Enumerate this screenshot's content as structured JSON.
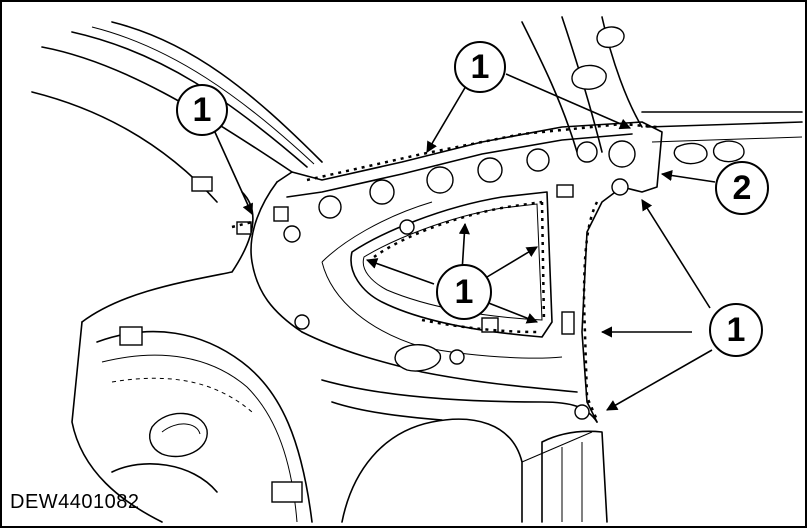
{
  "figure": {
    "code": "DEW4401082"
  },
  "callouts": [
    {
      "id": "callout-1-top",
      "label": "1"
    },
    {
      "id": "callout-1-left",
      "label": "1"
    },
    {
      "id": "callout-1-center",
      "label": "1"
    },
    {
      "id": "callout-2-right",
      "label": "2"
    },
    {
      "id": "callout-1-right",
      "label": "1"
    }
  ]
}
